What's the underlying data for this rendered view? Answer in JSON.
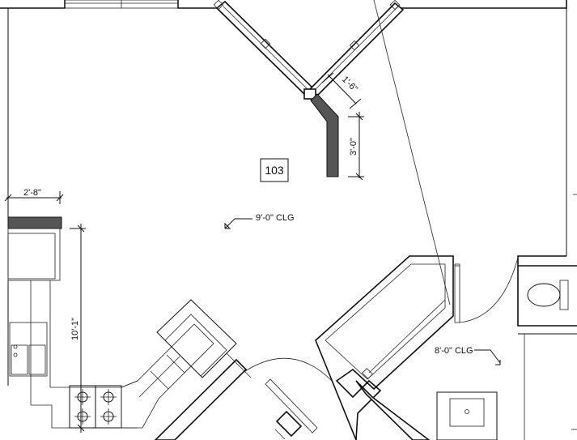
{
  "room": {
    "number": "103"
  },
  "ceilings": {
    "main": "9'-0\" CLG",
    "bath": "8'-0\" CLG"
  },
  "dimensions": {
    "counter_width": "2'-8\"",
    "wall_short": "1'-6\"",
    "wall_length": "3'-0\"",
    "kitchen_run": "10'-1\""
  }
}
